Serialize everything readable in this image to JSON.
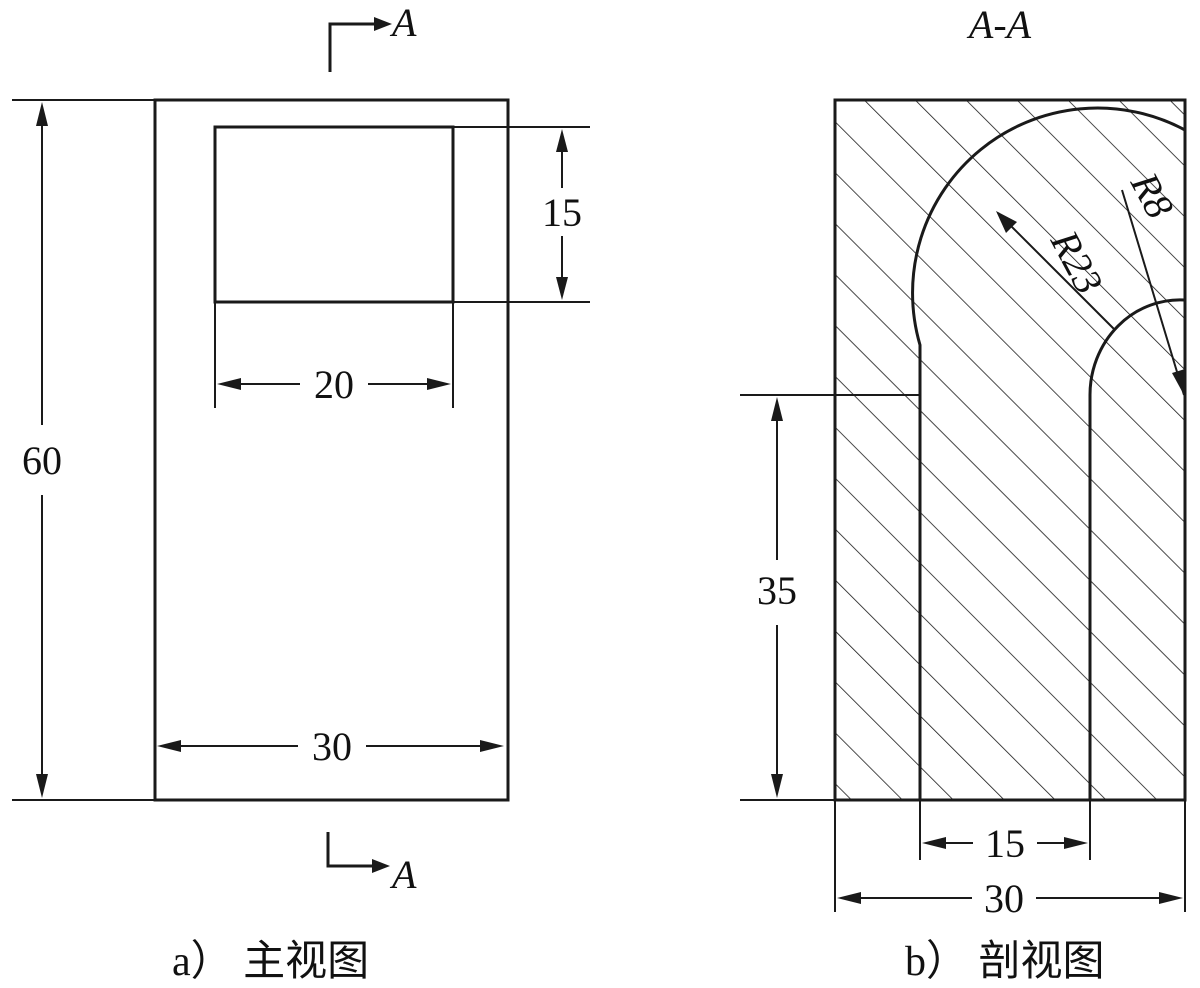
{
  "view_a": {
    "section_marker_top": "A",
    "section_marker_bottom": "A",
    "dim_height": "60",
    "dim_width": "30",
    "dim_slot_width": "20",
    "dim_slot_height": "15",
    "caption": "a） 主视图"
  },
  "view_b": {
    "title": "A-A",
    "dim_height": "35",
    "dim_slot_width": "15",
    "dim_width": "30",
    "dim_radius_large": "R23",
    "dim_radius_small": "R8",
    "caption": "b） 剖视图"
  },
  "colors": {
    "line": "#1a1a1a",
    "background": "#ffffff"
  }
}
